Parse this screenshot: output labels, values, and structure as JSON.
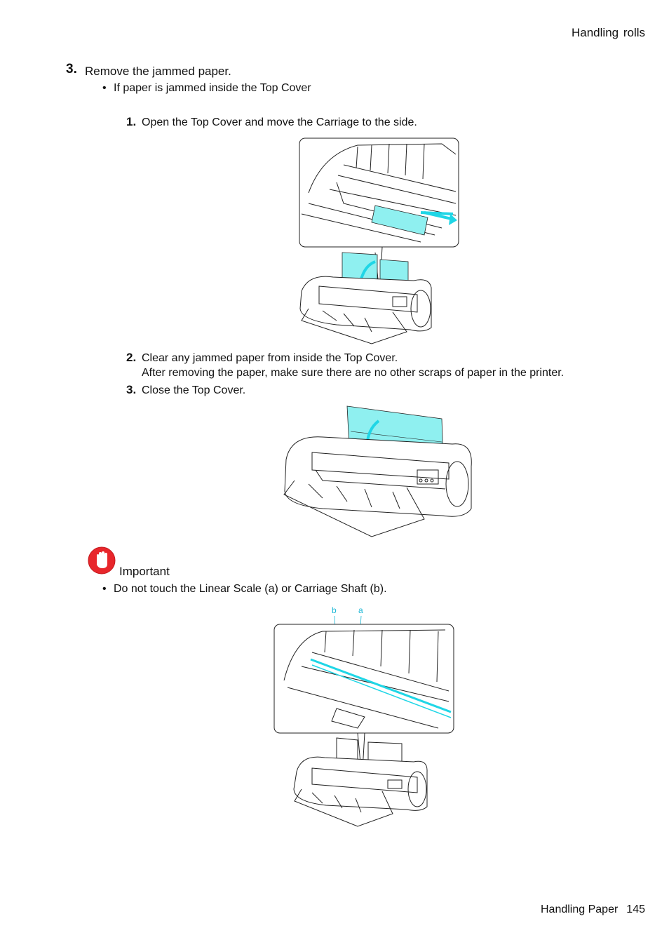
{
  "header": {
    "section": "Handling  rolls"
  },
  "step3": {
    "number": "3.",
    "title": "Remove the jammed paper.",
    "bullet": "If paper is jammed inside the Top Cover"
  },
  "substeps": [
    {
      "number": "1.",
      "text": "Open the Top Cover and move the Carriage to the side."
    },
    {
      "number": "2.",
      "text": "Clear any jammed paper from inside the Top Cover.",
      "note": "After removing the paper, make sure there are no other scraps of paper in the printer."
    },
    {
      "number": "3.",
      "text": "Close the Top Cover."
    }
  ],
  "important": {
    "title": "Important",
    "bullet": "Do not touch the Linear Scale (a) or Carriage Shaft (b).",
    "callouts": {
      "b": "b",
      "a": "a"
    }
  },
  "footer": {
    "chapter": "Handling Paper",
    "page": "145"
  },
  "colors": {
    "highlight": "#8ff0f0",
    "arrow": "#1fd6e6",
    "stop_icon": "#e8262b"
  }
}
